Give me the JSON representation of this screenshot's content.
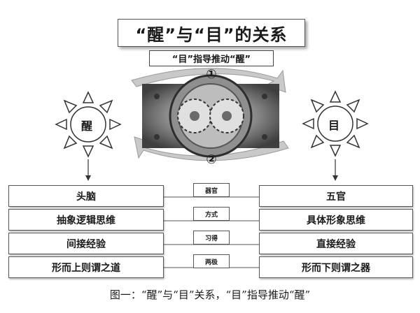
{
  "title": "“醒”与“目”的关系",
  "subtitle": "“目”指导推动“醒”",
  "steps": [
    "①",
    "②"
  ],
  "left_sun": "醒",
  "right_sun": "目",
  "left_rows": [
    "头脑",
    "抽象逻辑思维",
    "间接经验",
    "形而上则谓之道"
  ],
  "middle_rows": [
    "器官",
    "方式",
    "习得",
    "两极"
  ],
  "right_rows": [
    "五官",
    "具体形象思维",
    "直接经验",
    "形而下则谓之器"
  ],
  "caption": "图一：“醒”与“目”关系，“目”指导推动“醒”",
  "colors": {
    "arrow": "#c9c9c9",
    "border": "#555555"
  }
}
